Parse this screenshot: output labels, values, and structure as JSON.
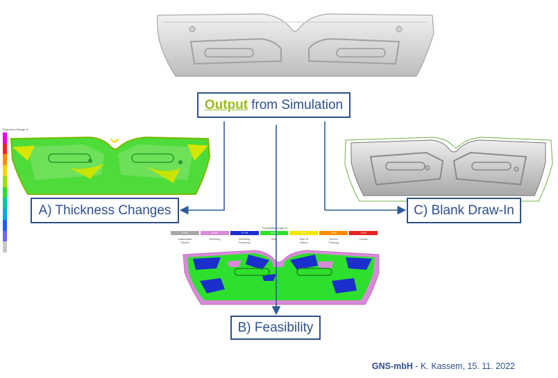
{
  "boxes": {
    "output_accent": "Output",
    "output_rest": "from Simulation",
    "thickness": "A) Thickness Changes",
    "blank": "C) Blank Draw-In",
    "feasibility": "B) Feasibility"
  },
  "colorbar": {
    "title": "Thickness Change %",
    "colors": [
      "#e600e6",
      "#ff2020",
      "#ff8c00",
      "#ffd400",
      "#9be000",
      "#2ddc2d",
      "#00c8a0",
      "#00a8e8",
      "#2060ff",
      "#6a6aff",
      "#c8c8c8"
    ]
  },
  "feasibility_legend": {
    "title": "Formability Graph %",
    "cells": [
      {
        "color": "#a8a8a8",
        "pct": "0.0%",
        "label": "Inadequate Stretch"
      },
      {
        "color": "#d98ad9",
        "pct": "23.3%",
        "label": "Wrinkling"
      },
      {
        "color": "#1a2fcc",
        "pct": "17.1%",
        "label": "Wrinkling Tendency"
      },
      {
        "color": "#2ee02e",
        "pct": "59.6%",
        "label": "Safe"
      },
      {
        "color": "#f2e600",
        "pct": "0.0%",
        "label": "Risk of Failure"
      },
      {
        "color": "#ff8c00",
        "pct": "0.0%",
        "label": "Severe Thinning"
      },
      {
        "color": "#e82020",
        "pct": "0.0%",
        "label": "Cracks"
      }
    ]
  },
  "footer": {
    "org": "GNS-mbH",
    "rest": " - K. Kassem, 15. 11. 2022"
  },
  "colors": {
    "accent": "#9bbb22",
    "box_border": "#2e4f8c",
    "arrow": "#2e5a9c"
  }
}
